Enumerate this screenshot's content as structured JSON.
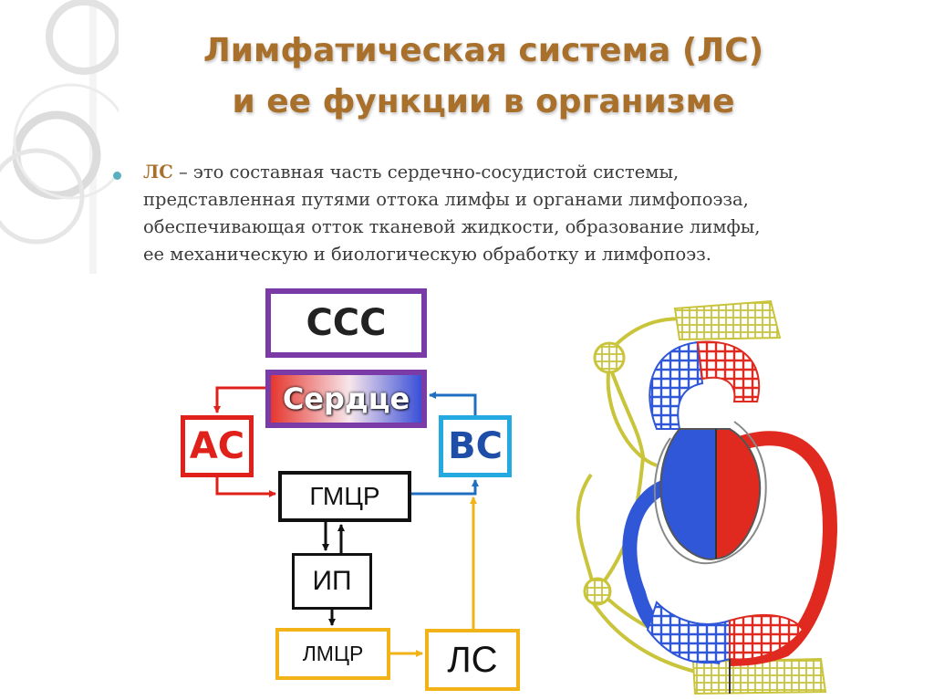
{
  "slide": {
    "title_line1": "Лимфатическая система (ЛС)",
    "title_line2": "и ее функции в организме",
    "bullet": {
      "term": "ЛС",
      "line1_rest": " – это составная часть сердечно-сосудистой системы,",
      "line2": "представленная путями оттока лимфы и органами лимфопоэза,",
      "line3": "обеспечивающая отток тканевой жидкости, образование лимфы,",
      "line4": "ее механическую и биологическую обработку и лимфопоэз."
    }
  },
  "diagram": {
    "ccc": "ССС",
    "heart": "Сердце",
    "ac": "АС",
    "bc": "ВС",
    "gmcr": "ГМЦР",
    "ip": "ИП",
    "lmcr": "ЛМЦР",
    "lc": "ЛС"
  },
  "colors": {
    "title": "#a9702c",
    "arterial": "#e0201a",
    "venous": "#24a9e0",
    "lymph": "#f2b318",
    "frame": "#7a3ba7"
  }
}
